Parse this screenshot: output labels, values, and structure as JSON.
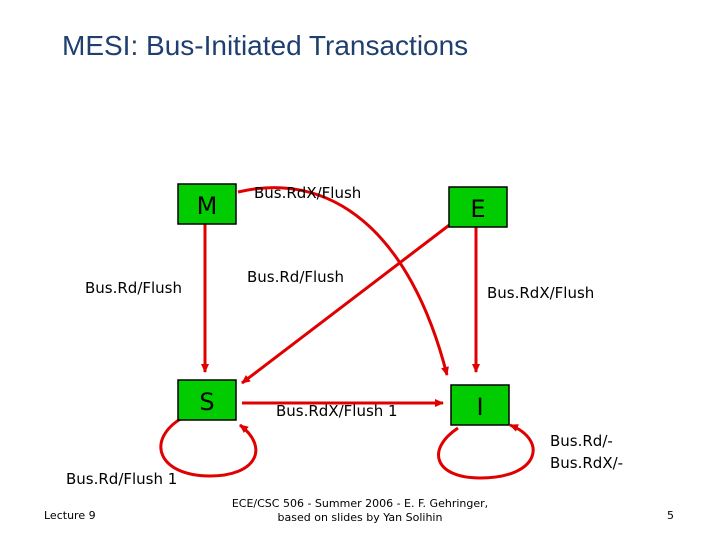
{
  "slide": {
    "title": "MESI: Bus-Initiated Transactions",
    "footer_left": "Lecture 9",
    "footer_center": "ECE/CSC 506 - Summer 2006 - E. F. Gehringer, based on slides by Yan Solihin",
    "page_number": "5"
  },
  "diagram": {
    "states": {
      "M": "M",
      "E": "E",
      "S": "S",
      "I": "I"
    },
    "edge_labels": {
      "m_to_i": "Bus.RdX/Flush",
      "m_to_s": "Bus.Rd/Flush",
      "e_to_s": "Bus.Rd/Flush",
      "e_to_i": "Bus.RdX/Flush",
      "s_to_i": "Bus.RdX/Flush 1",
      "s_self": "Bus.Rd/Flush 1",
      "i_self_line1": "Bus.Rd/-",
      "i_self_line2": "Bus.RdX/-"
    },
    "colors": {
      "state_fill": "#00cc00",
      "state_stroke": "#000000",
      "arrow": "#e00000"
    }
  }
}
